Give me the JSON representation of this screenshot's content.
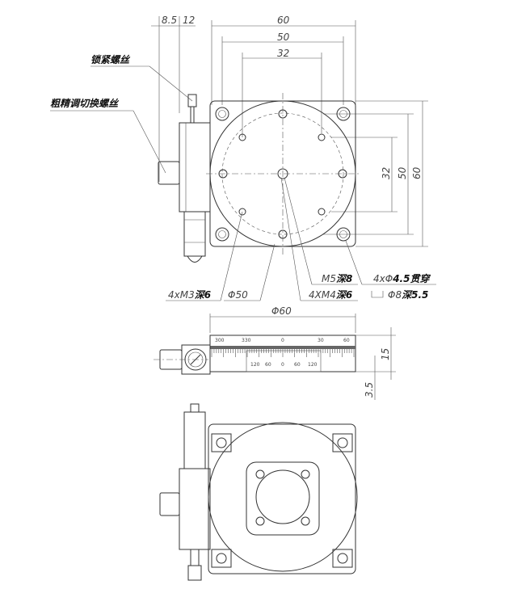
{
  "labels": {
    "lock_screw": "锁紧螺丝",
    "coarse_fine_switch_screw": "粗精调切换螺丝"
  },
  "dimensions": {
    "top_8_5": "8.5",
    "top_12": "12",
    "top_60": "60",
    "top_50": "50",
    "top_32": "32",
    "right_32": "32",
    "right_50": "50",
    "right_60": "60",
    "dia_60": "Φ60",
    "height_15": "15",
    "height_3_5": "3.5"
  },
  "callouts": {
    "m3": {
      "prefix": "4xM3",
      "suffix": "深6"
    },
    "d50": "Φ50",
    "m5": {
      "prefix": "M5",
      "suffix": "深8"
    },
    "m4": {
      "prefix": "4XM4",
      "suffix": "深6"
    },
    "thru": {
      "prefix": "4xΦ",
      "suffix": "4.5贯穿"
    },
    "cbore": {
      "prefix": "Φ8",
      "suffix": "深5.5"
    }
  },
  "scale": {
    "top": [
      "300",
      "330",
      "0",
      "30",
      "60"
    ],
    "bottom": [
      "120",
      "60",
      "0",
      "60",
      "120"
    ]
  }
}
